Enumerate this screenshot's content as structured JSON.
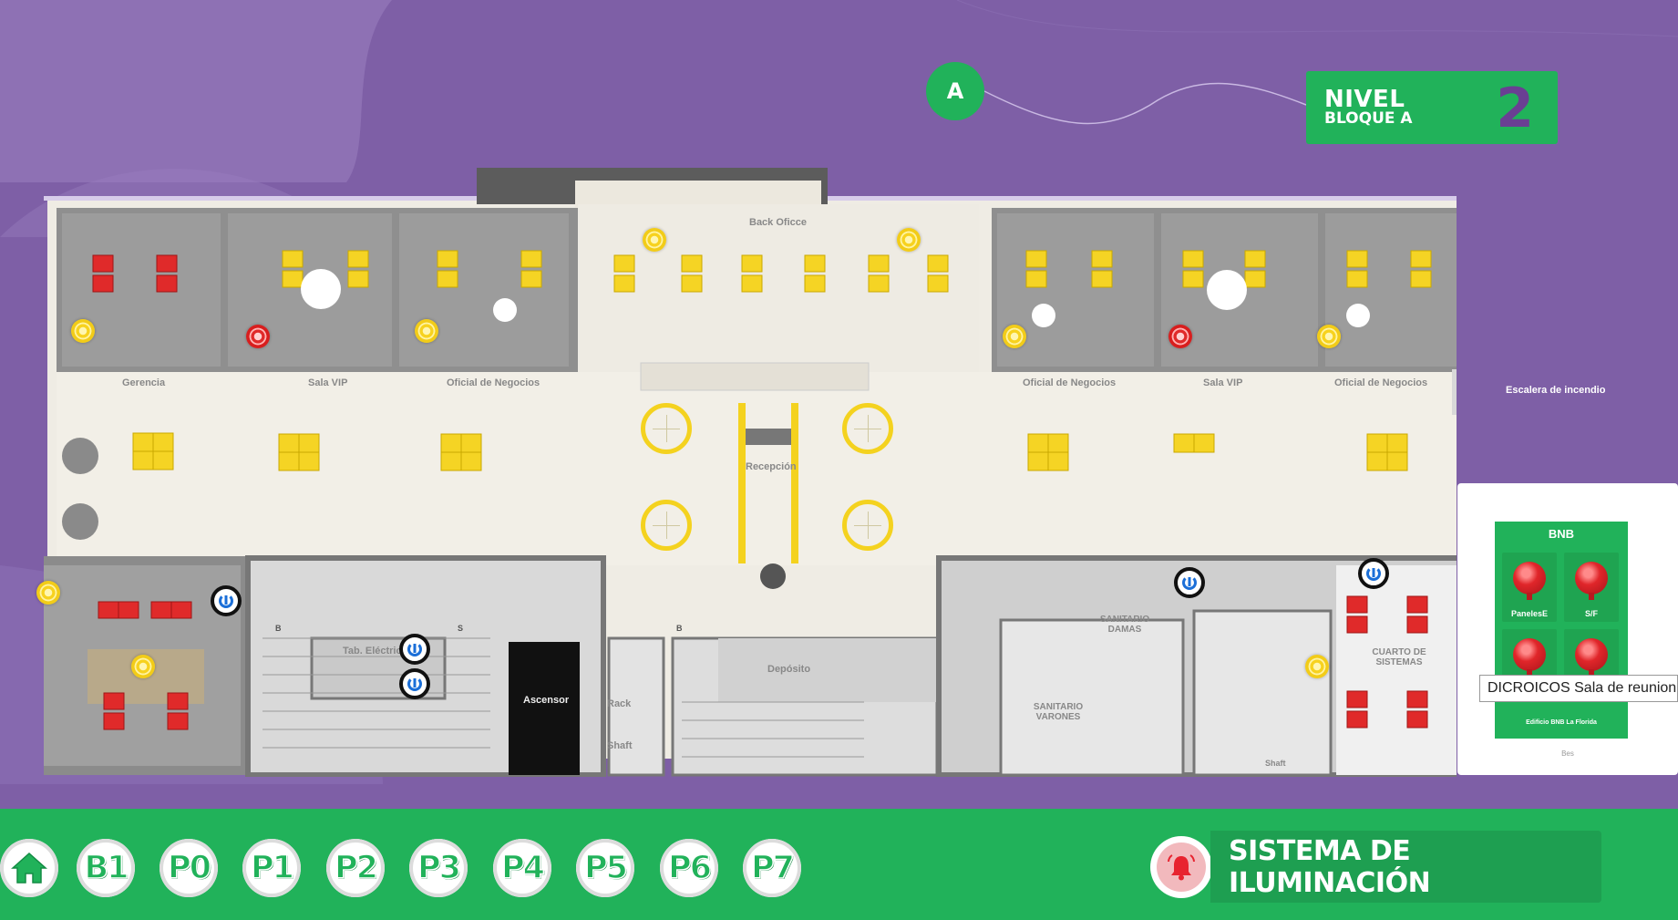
{
  "header": {
    "block_badge": "A",
    "level_title": "NIVEL",
    "level_subtitle": "BLOQUE A",
    "level_number": "2"
  },
  "rooms": [
    {
      "name": "Back Oficce"
    },
    {
      "name": "Gerencia"
    },
    {
      "name": "Sala VIP"
    },
    {
      "name": "Oficial de Negocios"
    },
    {
      "name": "Oficial de Negocios"
    },
    {
      "name": "Sala VIP"
    },
    {
      "name": "Oficial de Negocios"
    },
    {
      "name": "Escalera de incendio"
    },
    {
      "name": "Recepción"
    },
    {
      "name": "Tab. Eléctrico"
    },
    {
      "name": "Ascensor"
    },
    {
      "name": "Rack"
    },
    {
      "name": "Shaft"
    },
    {
      "name": "Depósito"
    },
    {
      "name": "SANITARIO DAMAS"
    },
    {
      "name": "SANITARIO VARONES"
    },
    {
      "name": "CUARTO DE SISTEMAS"
    },
    {
      "name": "Shaft"
    },
    {
      "name": "B"
    },
    {
      "name": "S"
    },
    {
      "name": "B"
    }
  ],
  "panel": {
    "title": "BNB",
    "buttons": [
      "PanelesE",
      "S/F",
      "",
      ""
    ],
    "footer": "Edificio BNB La Florida",
    "caption": "Bes"
  },
  "tooltip": "DICROICOS Sala de reuniones",
  "nav": {
    "home_icon": "home-icon",
    "floors": [
      "B1",
      "P0",
      "P1",
      "P2",
      "P3",
      "P4",
      "P5",
      "P6",
      "P7"
    ]
  },
  "system": {
    "alarm_icon": "alarm-bell-icon",
    "label": "SISTEMA DE ILUMINACIÓN"
  },
  "colors": {
    "background": "#7e5fa6",
    "accent_green": "#21b25a",
    "light_on": "#f7d21e",
    "light_off": "#e02a2a",
    "switch_blue": "#1b6fd8"
  }
}
